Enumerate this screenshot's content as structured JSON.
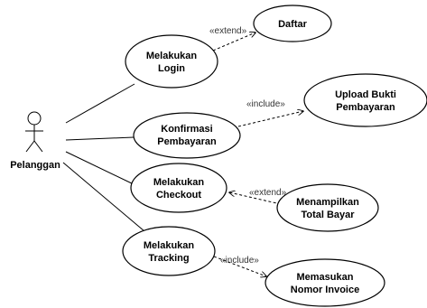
{
  "actor": {
    "name": "Pelanggan"
  },
  "use_cases": {
    "login": {
      "line1": "Melakukan",
      "line2": "Login"
    },
    "daftar": {
      "line1": "Daftar"
    },
    "konfirmasi": {
      "line1": "Konfirmasi",
      "line2": "Pembayaran"
    },
    "upload": {
      "line1": "Upload Bukti",
      "line2": "Pembayaran"
    },
    "checkout": {
      "line1": "Melakukan",
      "line2": "Checkout"
    },
    "menampilkan": {
      "line1": "Menampilkan",
      "line2": "Total Bayar"
    },
    "tracking": {
      "line1": "Melakukan",
      "line2": "Tracking"
    },
    "invoice": {
      "line1": "Memasukan",
      "line2": "Nomor Invoice"
    }
  },
  "relations": {
    "login_daftar": "«extend»",
    "konfirmasi_upload": "«include»",
    "checkout_menampilkan": "«extend»",
    "tracking_invoice": "«include»"
  }
}
